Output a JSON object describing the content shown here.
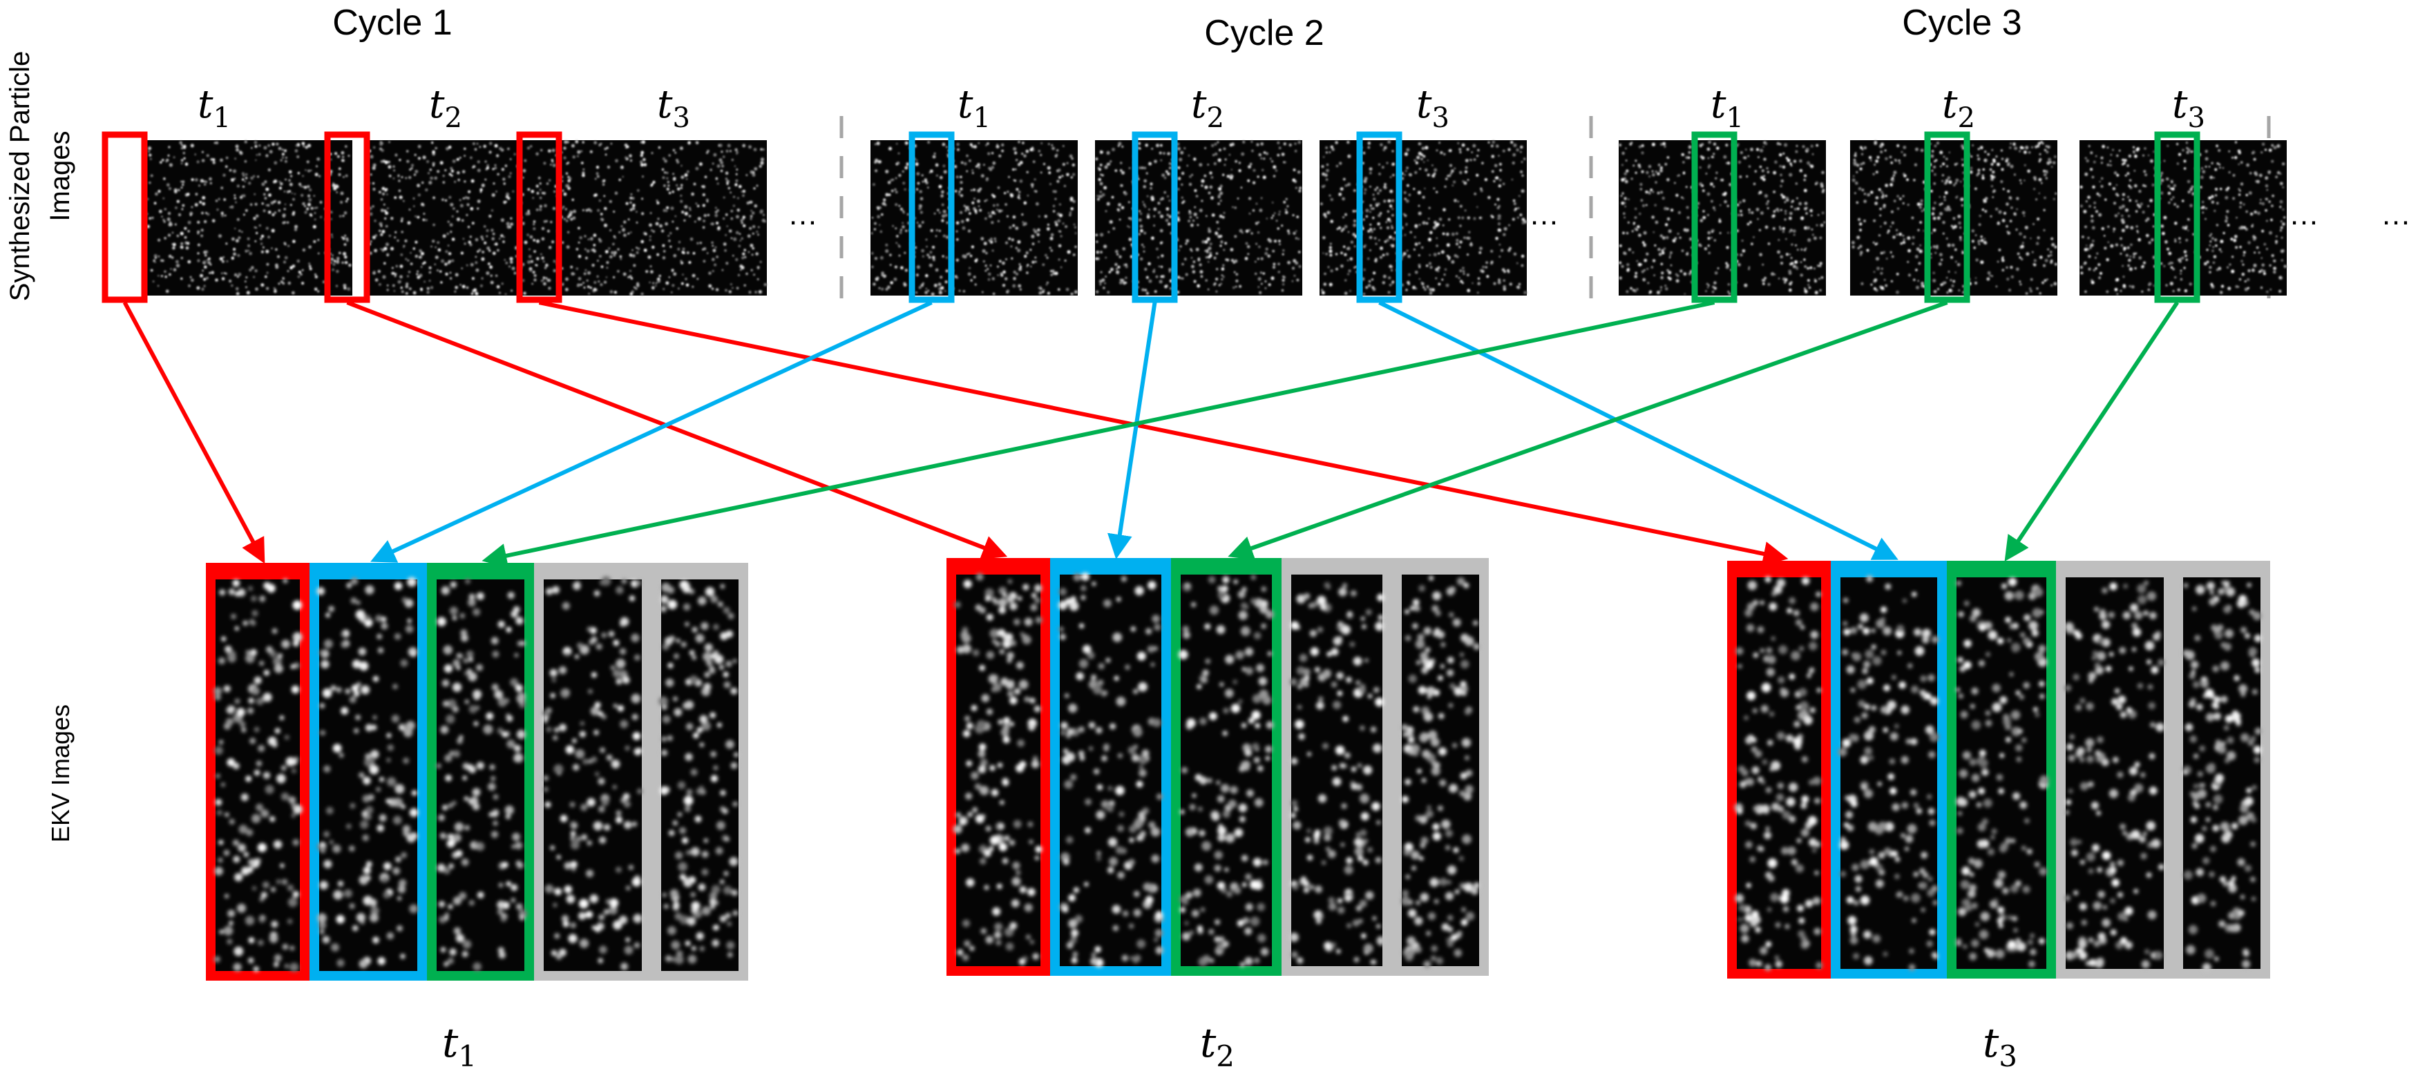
{
  "figure": {
    "row_labels": {
      "top_line1": "Synthesized Particle",
      "top_line2": "Images",
      "bottom": "EKV Images"
    },
    "cycles": [
      {
        "label": "Cycle 1",
        "color_name": "red",
        "color": "#FF0000",
        "frames": [
          "t1",
          "t2",
          "t3"
        ],
        "ellipsis": "…"
      },
      {
        "label": "Cycle 2",
        "color_name": "blue",
        "color": "#00B0F0",
        "frames": [
          "t1",
          "t2",
          "t3"
        ],
        "ellipsis": "…"
      },
      {
        "label": "Cycle 3",
        "color_name": "green",
        "color": "#00B050",
        "frames": [
          "t1",
          "t2",
          "t3"
        ],
        "ellipsis": "…"
      }
    ],
    "trailing_ellipsis": "…",
    "time_symbol": "t",
    "frame_subscripts": [
      "1",
      "2",
      "3"
    ],
    "ekv_groups": [
      {
        "label_symbol": "t",
        "label_sub": "1",
        "strips": [
          "red",
          "blue",
          "green",
          "gray",
          "gray"
        ]
      },
      {
        "label_symbol": "t",
        "label_sub": "2",
        "strips": [
          "red",
          "blue",
          "green",
          "gray",
          "gray"
        ]
      },
      {
        "label_symbol": "t",
        "label_sub": "3",
        "strips": [
          "red",
          "blue",
          "green",
          "gray",
          "gray"
        ]
      }
    ],
    "connections": [
      {
        "from_cycle": 1,
        "from_frame": 1,
        "to_group": 1,
        "color_name": "red"
      },
      {
        "from_cycle": 1,
        "from_frame": 2,
        "to_group": 2,
        "color_name": "red"
      },
      {
        "from_cycle": 1,
        "from_frame": 3,
        "to_group": 3,
        "color_name": "red"
      },
      {
        "from_cycle": 2,
        "from_frame": 1,
        "to_group": 1,
        "color_name": "blue"
      },
      {
        "from_cycle": 2,
        "from_frame": 2,
        "to_group": 2,
        "color_name": "blue"
      },
      {
        "from_cycle": 2,
        "from_frame": 3,
        "to_group": 3,
        "color_name": "blue"
      },
      {
        "from_cycle": 3,
        "from_frame": 1,
        "to_group": 1,
        "color_name": "green"
      },
      {
        "from_cycle": 3,
        "from_frame": 2,
        "to_group": 2,
        "color_name": "green"
      },
      {
        "from_cycle": 3,
        "from_frame": 3,
        "to_group": 3,
        "color_name": "green"
      }
    ],
    "colors": {
      "red": "#FF0000",
      "blue": "#00B0F0",
      "green": "#00B050",
      "gray": "#BFBFBF",
      "divider": "#A6A6A6"
    }
  }
}
